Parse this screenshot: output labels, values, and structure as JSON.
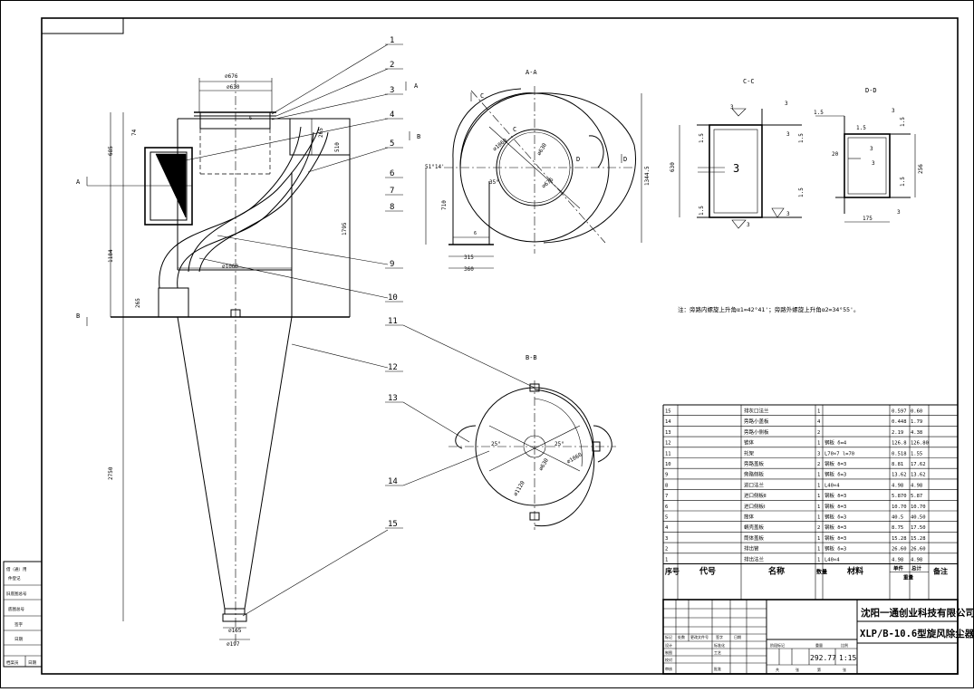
{
  "dims": {
    "d676": "⌀676",
    "d630": "⌀630",
    "d6": "6",
    "d74": "74",
    "d685": "685",
    "d265a": "265",
    "d510": "510",
    "d1795": "1795",
    "d1184": "1184",
    "d1060": "⌀1060",
    "d265b": "265",
    "d2750": "2750",
    "d165": "⌀165",
    "d197": "⌀197"
  },
  "parts": [
    "1",
    "2",
    "3",
    "4",
    "5",
    "6",
    "7",
    "8",
    "9",
    "10",
    "11",
    "12",
    "13",
    "14",
    "15"
  ],
  "sections": {
    "A": "A",
    "B": "B",
    "AA": "A-A",
    "BB": "B-B",
    "CC": "C-C",
    "DD": "D-D",
    "C": "C",
    "D": "D"
  },
  "aa": {
    "d1060": "⌀1060",
    "d630": "⌀630",
    "d676": "⌀676",
    "angle1": "51°14'",
    "angle2": "35°",
    "d710": "710",
    "d6": "6",
    "d315": "315",
    "d360": "360",
    "d1344": "1344.5"
  },
  "bb": {
    "a1": "25°",
    "a2": "25°",
    "d1060": "⌀1060",
    "d630": "⌀630",
    "d1120": "⌀1120"
  },
  "cc": {
    "d630": "630",
    "t1": "1.5",
    "t2": "1.5",
    "t3": "1.5",
    "t4": "1.5",
    "n3a": "3",
    "n3b": "3",
    "n3c": "3",
    "n3d": "3",
    "n3e": "3",
    "big3": "3"
  },
  "dd": {
    "d15a": "1.5",
    "d15b": "1.5",
    "d15c": "1.5",
    "d15d": "1.5",
    "d20": "20",
    "d3a": "3",
    "d3b": "3",
    "d3c": "3",
    "d3d": "3",
    "d256": "256",
    "d175": "175"
  },
  "note": "注：旁路内螺旋上升角α1=42°41'；旁路外螺旋上升角α2=34°55'。",
  "bom": {
    "rows": [
      {
        "no": "15",
        "code": "",
        "name": "排灰口法兰",
        "qty": "1",
        "mat": "",
        "unit": "0.597",
        "total": "0.60",
        "rem": ""
      },
      {
        "no": "14",
        "code": "",
        "name": "旁路小盖板",
        "qty": "4",
        "mat": "",
        "unit": "0.448",
        "total": "1.79",
        "rem": ""
      },
      {
        "no": "13",
        "code": "",
        "name": "旁路小侧板",
        "qty": "2",
        "mat": "",
        "unit": "2.19",
        "total": "4.38",
        "rem": ""
      },
      {
        "no": "12",
        "code": "",
        "name": "锥体",
        "qty": "1",
        "mat": "钢板 δ=4",
        "unit": "126.8",
        "total": "126.80",
        "rem": ""
      },
      {
        "no": "11",
        "code": "",
        "name": "托架",
        "qty": "3",
        "mat": "L70×7 l=70",
        "unit": "0.518",
        "total": "1.55",
        "rem": ""
      },
      {
        "no": "10",
        "code": "",
        "name": "旁路盖板",
        "qty": "2",
        "mat": "钢板 δ=3",
        "unit": "8.81",
        "total": "17.62",
        "rem": ""
      },
      {
        "no": "9",
        "code": "",
        "name": "旁路侧板",
        "qty": "1",
        "mat": "钢板 δ=3",
        "unit": "13.62",
        "total": "13.62",
        "rem": ""
      },
      {
        "no": "8",
        "code": "",
        "name": "进口法兰",
        "qty": "1",
        "mat": "L40×4",
        "unit": "4.98",
        "total": "4.98",
        "rem": ""
      },
      {
        "no": "7",
        "code": "",
        "name": "进口侧板Ⅱ",
        "qty": "1",
        "mat": "钢板 δ=3",
        "unit": "5.870",
        "total": "5.87",
        "rem": ""
      },
      {
        "no": "6",
        "code": "",
        "name": "进口侧板Ⅰ",
        "qty": "1",
        "mat": "钢板 δ=3",
        "unit": "10.70",
        "total": "10.70",
        "rem": ""
      },
      {
        "no": "5",
        "code": "",
        "name": "筒体",
        "qty": "1",
        "mat": "钢板 δ=3",
        "unit": "40.5",
        "total": "40.50",
        "rem": ""
      },
      {
        "no": "4",
        "code": "",
        "name": "蜗壳盖板",
        "qty": "2",
        "mat": "钢板 δ=3",
        "unit": "8.75",
        "total": "17.50",
        "rem": ""
      },
      {
        "no": "3",
        "code": "",
        "name": "筒体盖板",
        "qty": "1",
        "mat": "钢板 δ=3",
        "unit": "15.28",
        "total": "15.28",
        "rem": ""
      },
      {
        "no": "2",
        "code": "",
        "name": "排出管",
        "qty": "1",
        "mat": "钢板 δ=3",
        "unit": "26.60",
        "total": "26.60",
        "rem": ""
      },
      {
        "no": "1",
        "code": "",
        "name": "排出法兰",
        "qty": "1",
        "mat": "L40×4",
        "unit": "4.98",
        "total": "4.98",
        "rem": ""
      }
    ],
    "header": {
      "no": "序号",
      "code": "代号",
      "name": "名称",
      "qty": "数量",
      "mat": "材料",
      "unit": "单件",
      "total": "总计",
      "weight": "重量",
      "rem": "备注"
    }
  },
  "title_block": {
    "company": "沈阳一通创业科技有限公司",
    "drawing": "XLP/B-10.6型旋风除尘器",
    "weight": "292.77",
    "scale": "1:15",
    "c1": "标记",
    "c2": "处数",
    "c3": "更改文件号",
    "c4": "签字",
    "c5": "日期",
    "design": "设计",
    "std": "标准化",
    "draw": "制图",
    "process": "工艺",
    "check": "校对",
    "review": "审核",
    "approve": "批准",
    "stage": "阶段标记",
    "wt": "重量",
    "sc": "比例",
    "total_sheets": "共",
    "sheet": "张",
    "no_sheet": "第"
  },
  "side_block": {
    "r1": "借（通）用",
    "r1b": "件登记",
    "r2": "旧底图总号",
    "r3": "底图总号",
    "r4": "签字",
    "r5": "日期",
    "r6": "档案员",
    "r6b": "日期"
  }
}
